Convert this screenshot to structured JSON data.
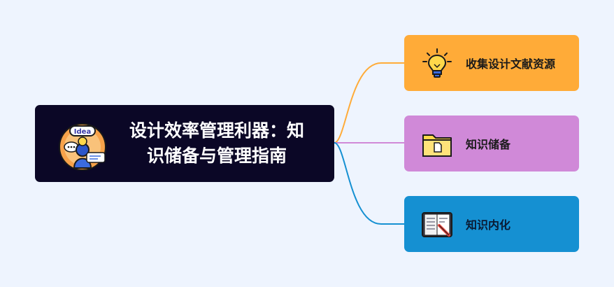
{
  "root": {
    "title_line1": "设计效率管理利器：知",
    "title_line2": "识储备与管理指南",
    "icon": "idea-person-icon",
    "icon_text": "Idea"
  },
  "children": [
    {
      "label": "收集设计文献资源",
      "icon": "lightbulb-icon",
      "color": "#ffab38",
      "line_color": "#ffab38"
    },
    {
      "label": "知识储备",
      "icon": "folder-icon",
      "color": "#d089d8",
      "line_color": "#d089d8"
    },
    {
      "label": "知识内化",
      "icon": "open-book-icon",
      "color": "#1590d2",
      "line_color": "#1590d2"
    }
  ]
}
